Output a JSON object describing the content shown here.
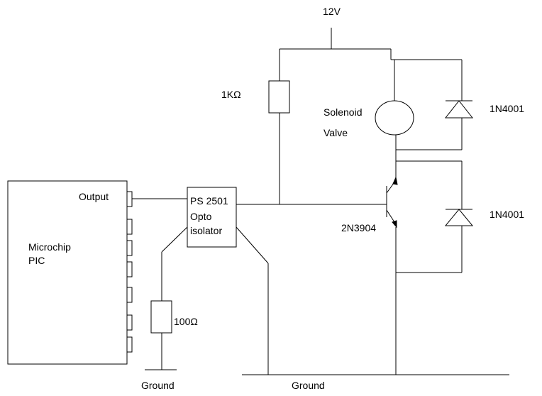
{
  "supply_label": "12V",
  "resistor_1k_label": "1KΩ",
  "solenoid_label_line1": "Solenoid",
  "solenoid_label_line2": "Valve",
  "diode_top_label": "1N4001",
  "diode_bottom_label": "1N4001",
  "pic_output_label": "Output",
  "pic_label_line1": "Microchip",
  "pic_label_line2": "PIC",
  "opto_label_line1": "PS 2501",
  "opto_label_line2": "Opto",
  "opto_label_line3": "isolator",
  "transistor_label": "2N3904",
  "resistor_100_label": "100Ω",
  "ground_left_label": "Ground",
  "ground_main_label": "Ground"
}
